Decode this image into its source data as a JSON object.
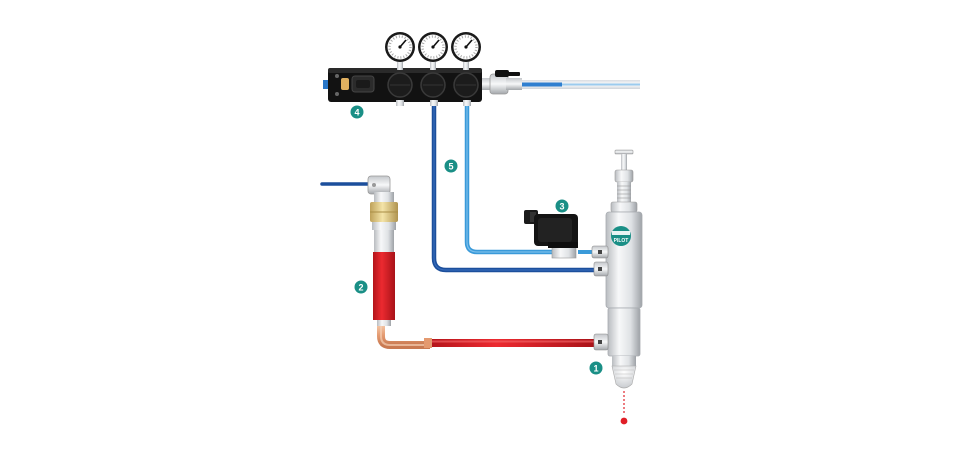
{
  "diagram": {
    "callouts": [
      {
        "id": "callout-1",
        "label": "1"
      },
      {
        "id": "callout-2",
        "label": "2"
      },
      {
        "id": "callout-3",
        "label": "3"
      },
      {
        "id": "callout-4",
        "label": "4"
      },
      {
        "id": "callout-5",
        "label": "5"
      }
    ],
    "logo_text": "PILOT",
    "colors": {
      "callout": "#1a8f86",
      "dark_blue_hose": "#1c4f9c",
      "light_blue_hose": "#3a9ad9",
      "red_hose": "#e01e26",
      "copper": "#e8a27a",
      "manifold": "#111111",
      "brass": "#e2c97a"
    }
  }
}
